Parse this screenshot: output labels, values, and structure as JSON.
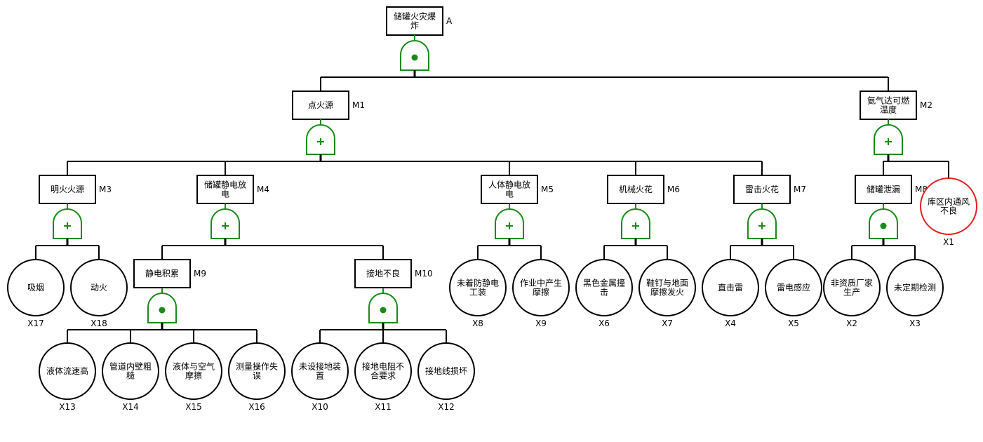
{
  "colors": {
    "line": "#000000",
    "gate": "#1a8a1a",
    "highlight": "#e02020"
  },
  "nodes": [
    {
      "id": "A",
      "label": "储罐火灾爆炸",
      "kind": "event",
      "gate": "and"
    },
    {
      "id": "M1",
      "label": "点火源",
      "kind": "event",
      "gate": "or"
    },
    {
      "id": "M2",
      "label": "氨气达可燃温度",
      "kind": "event",
      "gate": "or"
    },
    {
      "id": "M3",
      "label": "明火火源",
      "kind": "event",
      "gate": "or"
    },
    {
      "id": "M4",
      "label": "储罐静电放电",
      "kind": "event",
      "gate": "or"
    },
    {
      "id": "M5",
      "label": "人体静电放电",
      "kind": "event",
      "gate": "or"
    },
    {
      "id": "M6",
      "label": "机械火花",
      "kind": "event",
      "gate": "or"
    },
    {
      "id": "M7",
      "label": "雷击火花",
      "kind": "event",
      "gate": "or"
    },
    {
      "id": "M8",
      "label": "储罐泄漏",
      "kind": "event",
      "gate": "and"
    },
    {
      "id": "M9",
      "label": "静电积累",
      "kind": "event",
      "gate": "and"
    },
    {
      "id": "M10",
      "label": "接地不良",
      "kind": "event",
      "gate": "and"
    },
    {
      "id": "X1",
      "label": "库区内通风不良",
      "kind": "basic",
      "highlighted": true
    },
    {
      "id": "X2",
      "label": "非资质厂家生产",
      "kind": "basic"
    },
    {
      "id": "X3",
      "label": "未定期检测",
      "kind": "basic"
    },
    {
      "id": "X4",
      "label": "直击雷",
      "kind": "basic"
    },
    {
      "id": "X5",
      "label": "雷电感应",
      "kind": "basic"
    },
    {
      "id": "X6",
      "label": "黑色金属撞击",
      "kind": "basic"
    },
    {
      "id": "X7",
      "label": "鞋钉与地面摩擦发火",
      "kind": "basic"
    },
    {
      "id": "X8",
      "label": "未着防静电工装",
      "kind": "basic"
    },
    {
      "id": "X9",
      "label": "作业中产生摩擦",
      "kind": "basic"
    },
    {
      "id": "X10",
      "label": "未设接地装置",
      "kind": "basic"
    },
    {
      "id": "X11",
      "label": "接地电阻不合要求",
      "kind": "basic"
    },
    {
      "id": "X12",
      "label": "接地线损坏",
      "kind": "basic"
    },
    {
      "id": "X13",
      "label": "液体流速高",
      "kind": "basic"
    },
    {
      "id": "X14",
      "label": "管道内壁粗糙",
      "kind": "basic"
    },
    {
      "id": "X15",
      "label": "液体与空气摩擦",
      "kind": "basic"
    },
    {
      "id": "X16",
      "label": "测量操作失误",
      "kind": "basic"
    },
    {
      "id": "X17",
      "label": "吸烟",
      "kind": "basic"
    },
    {
      "id": "X18",
      "label": "动火",
      "kind": "basic"
    }
  ],
  "edges": {
    "A": [
      "M1",
      "M2"
    ],
    "M1": [
      "M3",
      "M4",
      "M5",
      "M6",
      "M7"
    ],
    "M2": [
      "M8",
      "X1"
    ],
    "M3": [
      "X17",
      "X18"
    ],
    "M4": [
      "M9",
      "M10"
    ],
    "M5": [
      "X8",
      "X9"
    ],
    "M6": [
      "X6",
      "X7"
    ],
    "M7": [
      "X4",
      "X5"
    ],
    "M8": [
      "X2",
      "X3"
    ],
    "M9": [
      "X13",
      "X14",
      "X15",
      "X16"
    ],
    "M10": [
      "X10",
      "X11",
      "X12"
    ]
  }
}
